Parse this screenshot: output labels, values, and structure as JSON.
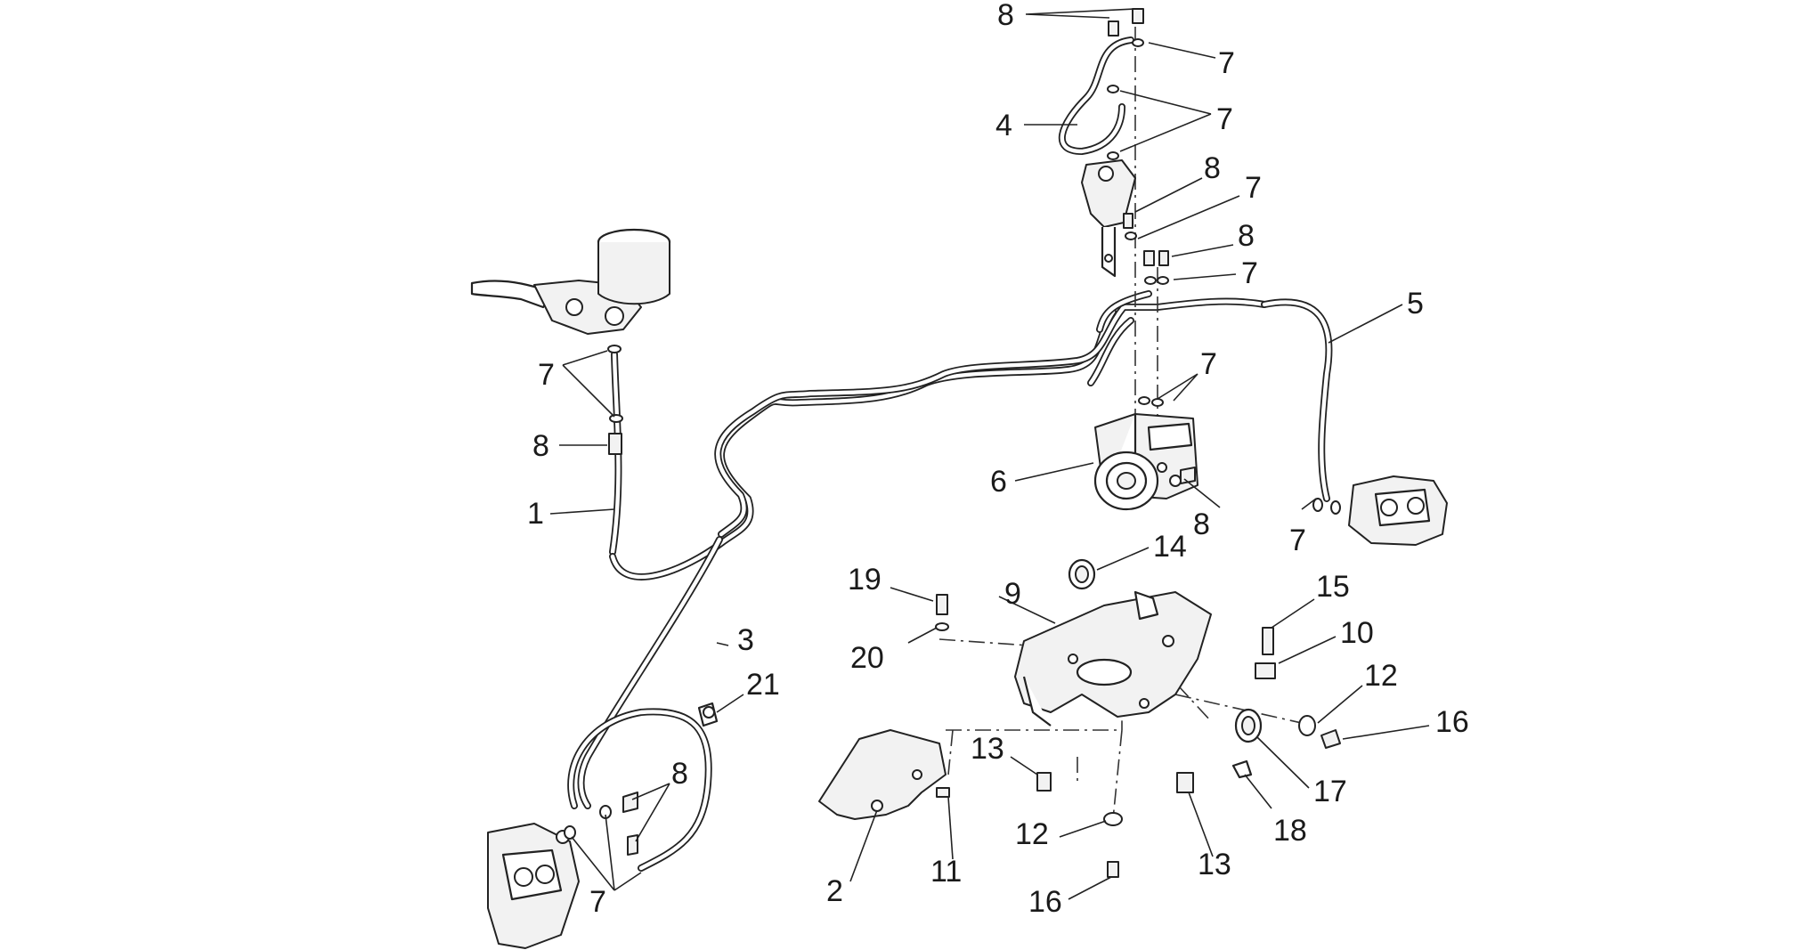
{
  "diagram": {
    "callouts": [
      {
        "id": "c8a",
        "label": "8"
      },
      {
        "id": "c7a",
        "label": "7"
      },
      {
        "id": "c4",
        "label": "4"
      },
      {
        "id": "c7b",
        "label": "7"
      },
      {
        "id": "c8b",
        "label": "8"
      },
      {
        "id": "c7c",
        "label": "7"
      },
      {
        "id": "c8c",
        "label": "8"
      },
      {
        "id": "c7d",
        "label": "7"
      },
      {
        "id": "c5",
        "label": "5"
      },
      {
        "id": "c7e",
        "label": "7"
      },
      {
        "id": "c7f",
        "label": "7"
      },
      {
        "id": "c8d",
        "label": "8"
      },
      {
        "id": "c1",
        "label": "1"
      },
      {
        "id": "c6",
        "label": "6"
      },
      {
        "id": "c8e",
        "label": "8"
      },
      {
        "id": "c7g",
        "label": "7"
      },
      {
        "id": "c14",
        "label": "14"
      },
      {
        "id": "c19",
        "label": "19"
      },
      {
        "id": "c9",
        "label": "9"
      },
      {
        "id": "c15",
        "label": "15"
      },
      {
        "id": "c10",
        "label": "10"
      },
      {
        "id": "c3",
        "label": "3"
      },
      {
        "id": "c20",
        "label": "20"
      },
      {
        "id": "c12a",
        "label": "12"
      },
      {
        "id": "c21",
        "label": "21"
      },
      {
        "id": "c16a",
        "label": "16"
      },
      {
        "id": "c13a",
        "label": "13"
      },
      {
        "id": "c17",
        "label": "17"
      },
      {
        "id": "c8f",
        "label": "8"
      },
      {
        "id": "c18",
        "label": "18"
      },
      {
        "id": "c12b",
        "label": "12"
      },
      {
        "id": "c11",
        "label": "11"
      },
      {
        "id": "c13b",
        "label": "13"
      },
      {
        "id": "c2",
        "label": "2"
      },
      {
        "id": "c7h",
        "label": "7"
      },
      {
        "id": "c16b",
        "label": "16"
      }
    ]
  }
}
